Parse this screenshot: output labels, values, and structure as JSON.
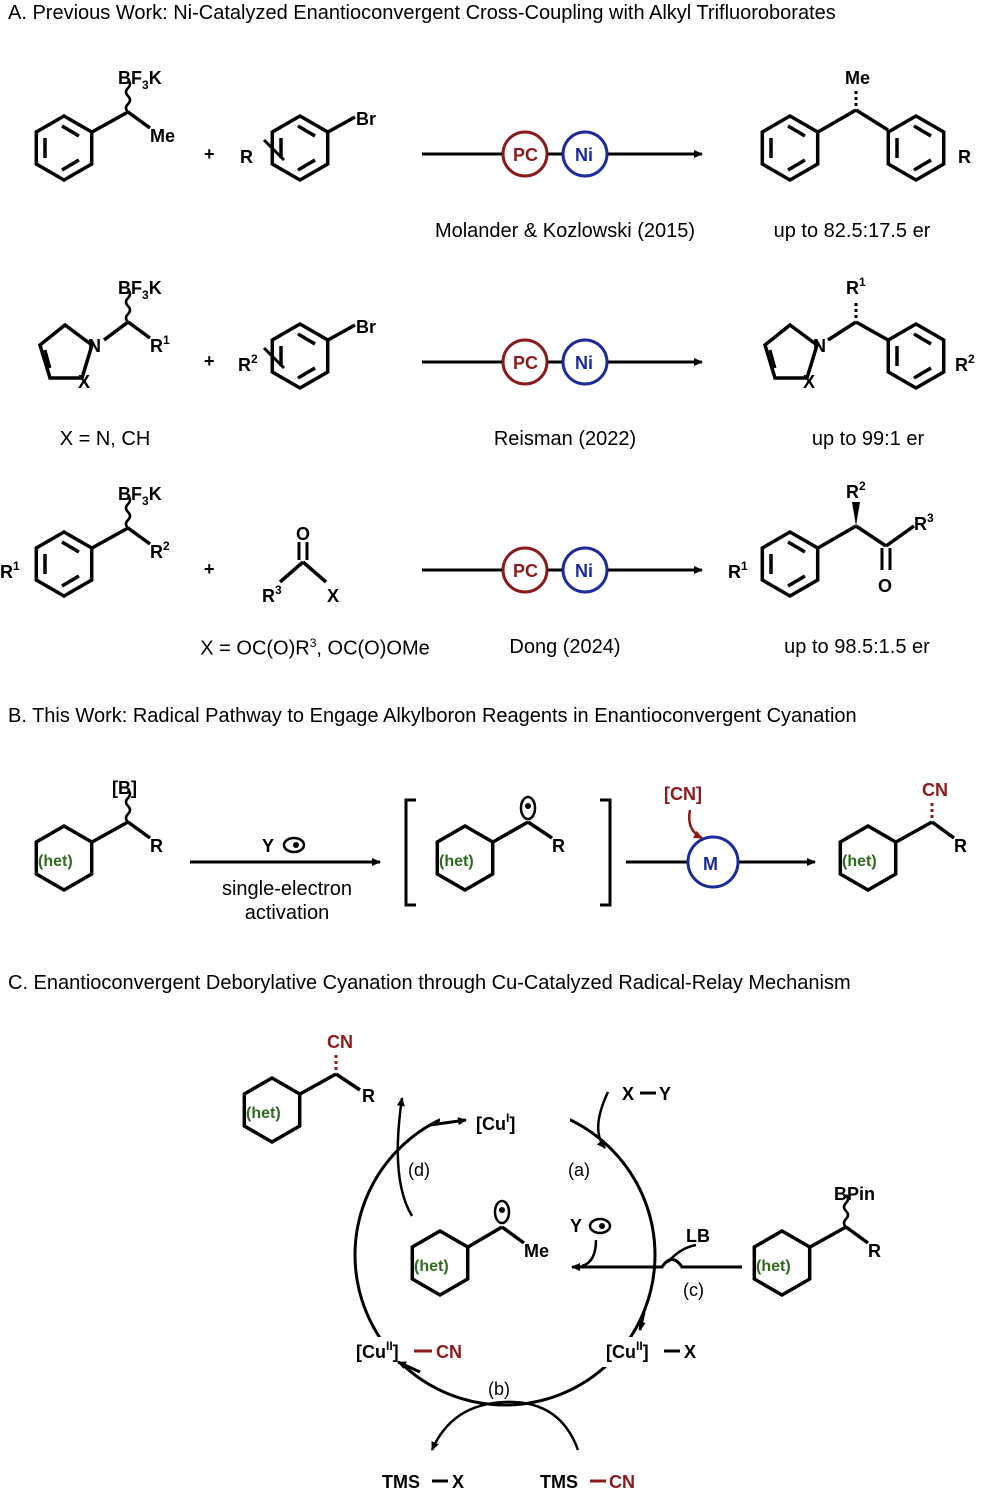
{
  "sections": {
    "a_title": "A. Previous Work: Ni-Catalyzed Enantioconvergent Cross-Coupling with Alkyl Trifluoroborates",
    "b_title": "B. This Work: Radical Pathway to Engage Alkylboron Reagents in Enantioconvergent Cyanation",
    "c_title": "C. Enantioconvergent Deborylative Cyanation through Cu-Catalyzed Radical-Relay Mechanism"
  },
  "row1": {
    "ref": "Molander & Kozlowski (2015)",
    "er": "up to 82.5:17.5 er"
  },
  "row2": {
    "note": "X = N, CH",
    "ref": "Reisman (2022)",
    "er": "up to 99:1 er"
  },
  "row3": {
    "note_pre": "X = OC(O)R",
    "note_sup": "3",
    "note_post": ", OC(O)OMe",
    "ref": "Dong (2024)",
    "er": "up to 98.5:1.5 er"
  },
  "labels": {
    "bf3k": "BF",
    "bf3k_sub": "3",
    "bf3k_k": "K",
    "me": "Me",
    "br": "Br",
    "r": "R",
    "x": "X",
    "n": "N",
    "o": "O",
    "plus": "+",
    "pc": "PC",
    "ni": "Ni",
    "m": "M",
    "b": "[B]",
    "y": "Y",
    "cn_bracket": "[CN]",
    "cn": "CN",
    "het": "(het)",
    "bpin": "BPin",
    "lb": "LB",
    "xy": "X",
    "dash": "−",
    "yy": "Y",
    "cu": "[Cu",
    "cu_i": "I",
    "cu_ii": "II",
    "cu_close": "]",
    "tms": "TMS",
    "step_a": "(a)",
    "step_b": "(b)",
    "step_c": "(c)",
    "step_d": "(d)",
    "sup1": "1",
    "sup2": "2",
    "sup3": "3"
  },
  "section_b": {
    "activation_1": "single-electron",
    "activation_2": "activation"
  }
}
